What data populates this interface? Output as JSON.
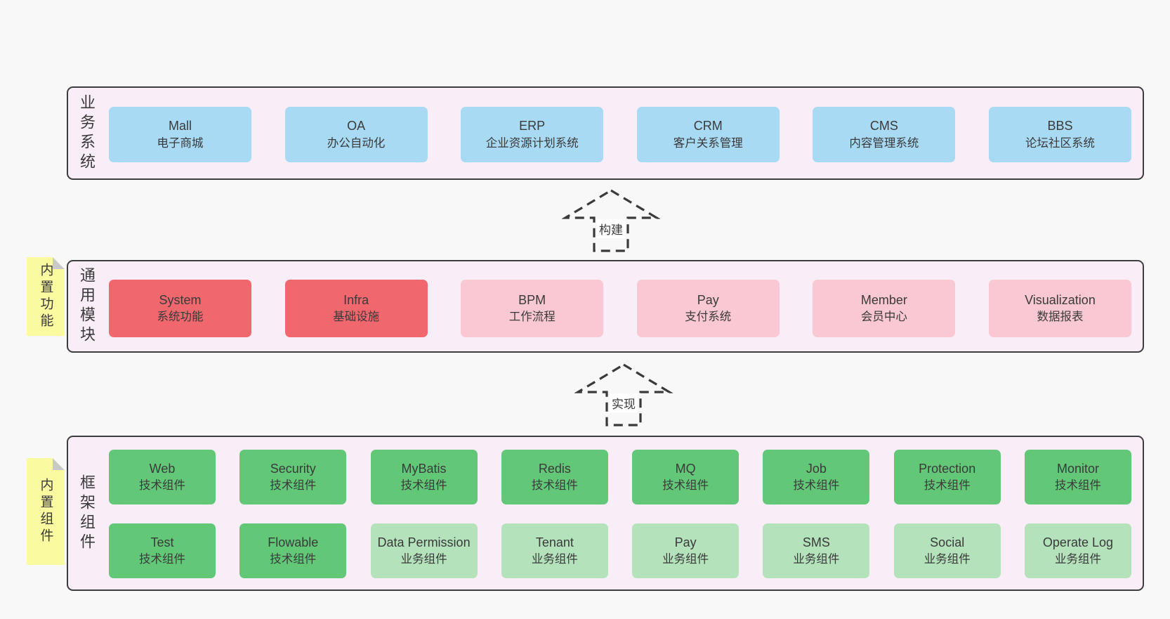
{
  "palette": {
    "page_background": "#f8f8f8",
    "layer_background": "#f9edf7",
    "layer_border": "#3d3d3d",
    "blue_box": "#a8daf4",
    "red_box": "#f0686e",
    "pink_box": "#f9c8d2",
    "green_box": "#62c878",
    "green_light_box": "#b3e2bb",
    "sticky_yellow": "#fafaa0",
    "sticky_fold": "#c9c9c9",
    "text": "#3a3a3a"
  },
  "arrows": {
    "build": "构建",
    "implement": "实现"
  },
  "business": {
    "label": "业务系统",
    "boxes": [
      {
        "title": "Mall",
        "subtitle": "电子商城",
        "color": "blue"
      },
      {
        "title": "OA",
        "subtitle": "办公自动化",
        "color": "blue"
      },
      {
        "title": "ERP",
        "subtitle": "企业资源计划系统",
        "color": "blue"
      },
      {
        "title": "CRM",
        "subtitle": "客户关系管理",
        "color": "blue"
      },
      {
        "title": "CMS",
        "subtitle": "内容管理系统",
        "color": "blue"
      },
      {
        "title": "BBS",
        "subtitle": "论坛社区系统",
        "color": "blue"
      }
    ]
  },
  "modules": {
    "sticky": "内置功能",
    "label": "通用模块",
    "boxes": [
      {
        "title": "System",
        "subtitle": "系统功能",
        "color": "red"
      },
      {
        "title": "Infra",
        "subtitle": "基础设施",
        "color": "red"
      },
      {
        "title": "BPM",
        "subtitle": "工作流程",
        "color": "pink"
      },
      {
        "title": "Pay",
        "subtitle": "支付系统",
        "color": "pink"
      },
      {
        "title": "Member",
        "subtitle": "会员中心",
        "color": "pink"
      },
      {
        "title": "Visualization",
        "subtitle": "数据报表",
        "color": "pink"
      }
    ]
  },
  "components": {
    "sticky": "内置组件",
    "label": "框架组件",
    "row1": [
      {
        "title": "Web",
        "subtitle": "技术组件",
        "color": "green"
      },
      {
        "title": "Security",
        "subtitle": "技术组件",
        "color": "green"
      },
      {
        "title": "MyBatis",
        "subtitle": "技术组件",
        "color": "green"
      },
      {
        "title": "Redis",
        "subtitle": "技术组件",
        "color": "green"
      },
      {
        "title": "MQ",
        "subtitle": "技术组件",
        "color": "green"
      },
      {
        "title": "Job",
        "subtitle": "技术组件",
        "color": "green"
      },
      {
        "title": "Protection",
        "subtitle": "技术组件",
        "color": "green"
      },
      {
        "title": "Monitor",
        "subtitle": "技术组件",
        "color": "green"
      }
    ],
    "row2": [
      {
        "title": "Test",
        "subtitle": "技术组件",
        "color": "green"
      },
      {
        "title": "Flowable",
        "subtitle": "技术组件",
        "color": "green"
      },
      {
        "title": "Data Permission",
        "subtitle": "业务组件",
        "color": "green-light"
      },
      {
        "title": "Tenant",
        "subtitle": "业务组件",
        "color": "green-light"
      },
      {
        "title": "Pay",
        "subtitle": "业务组件",
        "color": "green-light"
      },
      {
        "title": "SMS",
        "subtitle": "业务组件",
        "color": "green-light"
      },
      {
        "title": "Social",
        "subtitle": "业务组件",
        "color": "green-light"
      },
      {
        "title": "Operate Log",
        "subtitle": "业务组件",
        "color": "green-light"
      }
    ]
  }
}
